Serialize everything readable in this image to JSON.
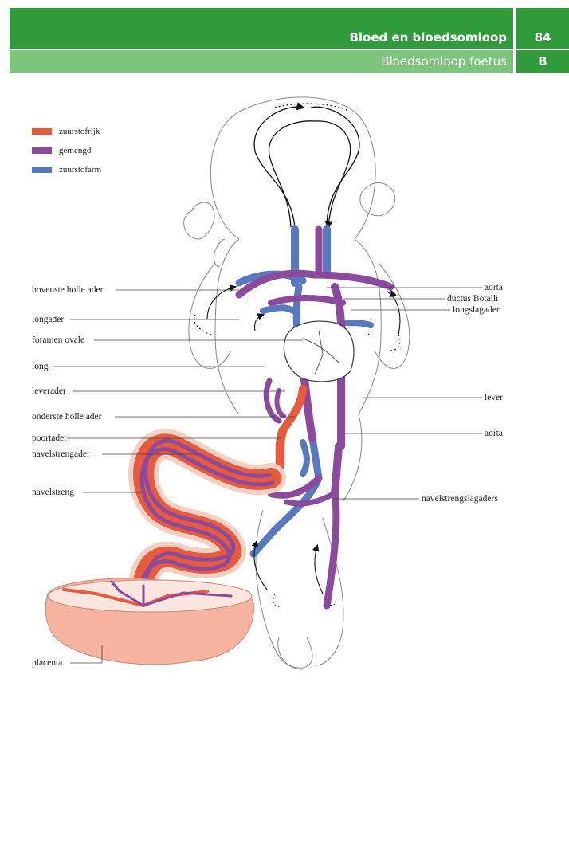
{
  "header": {
    "title": "Bloed en bloedsomloop",
    "page_number": "84",
    "subtitle": "Bloedsomloop foetus",
    "section_letter": "B"
  },
  "legend": [
    {
      "label": "zuurstofrijk",
      "color": "#e85a3c"
    },
    {
      "label": "gemengd",
      "color": "#8b4a9e"
    },
    {
      "label": "zuurstofarm",
      "color": "#5a78c0"
    }
  ],
  "labels_left": {
    "bovenste_holle_ader": "bovenste holle ader",
    "longader": "longader",
    "foramen_ovale": "foramen ovale",
    "long": "long",
    "leverader": "leverader",
    "onderste_holle_ader": "onderste holle ader",
    "poortader": "poortader",
    "navelstrengader": "navelstrengader",
    "navelstreng": "navelstreng",
    "placenta": "placenta"
  },
  "labels_right": {
    "aorta_top": "aorta",
    "ductus_botalli": "ductus Botalli",
    "longslagader": "longslagader",
    "lever": "lever",
    "aorta_bottom": "aorta",
    "navelstrengslagaders": "navelstrengslagaders"
  }
}
